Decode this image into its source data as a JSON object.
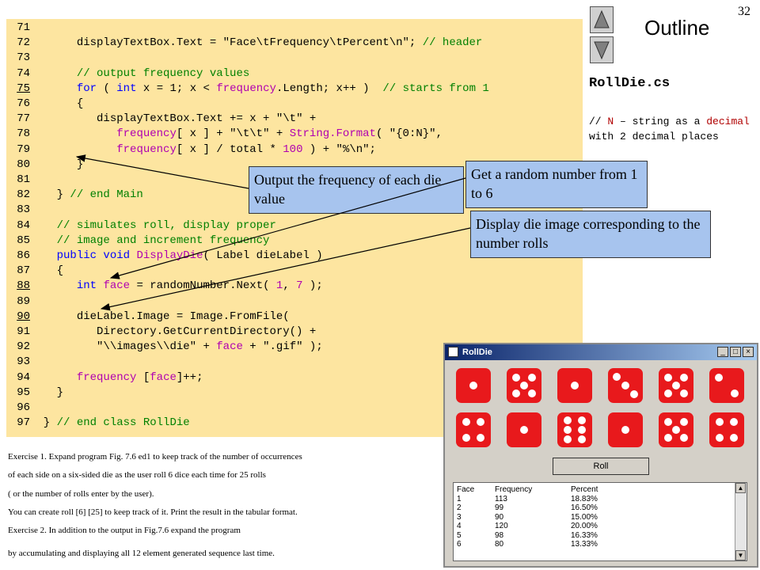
{
  "page_number": "32",
  "outline": {
    "title": "Outline",
    "file": "RollDie.cs",
    "note": "// N – string as a decimal with 2 decimal places"
  },
  "code_lines": [
    {
      "n": "71",
      "ul": false,
      "parts": []
    },
    {
      "n": "72",
      "ul": false,
      "parts": [
        [
          "t",
          "      displayTextBox.Text = "
        ],
        [
          "str",
          "\"Face\\tFrequency\\tPercent\\n\""
        ],
        [
          "t",
          "; "
        ],
        [
          "cm",
          "// header"
        ]
      ]
    },
    {
      "n": "73",
      "ul": false,
      "parts": []
    },
    {
      "n": "74",
      "ul": false,
      "parts": [
        [
          "cm",
          "      // output frequency values"
        ]
      ]
    },
    {
      "n": "75",
      "ul": true,
      "parts": [
        [
          "t",
          "      "
        ],
        [
          "kw",
          "for"
        ],
        [
          "t",
          " ( "
        ],
        [
          "kw",
          "int"
        ],
        [
          "t",
          " x = 1; x < "
        ],
        [
          "id",
          "frequency"
        ],
        [
          "t",
          ".Length; x++ )  "
        ],
        [
          "cm",
          "// starts from 1"
        ]
      ]
    },
    {
      "n": "76",
      "ul": false,
      "parts": [
        [
          "t",
          "      {"
        ]
      ]
    },
    {
      "n": "77",
      "ul": false,
      "parts": [
        [
          "t",
          "         displayTextBox.Text += x + "
        ],
        [
          "str",
          "\"\\t\""
        ],
        [
          "t",
          " +"
        ]
      ]
    },
    {
      "n": "78",
      "ul": false,
      "parts": [
        [
          "t",
          "            "
        ],
        [
          "id",
          "frequency"
        ],
        [
          "t",
          "[ x ] + "
        ],
        [
          "str",
          "\"\\t\\t\""
        ],
        [
          "t",
          " + "
        ],
        [
          "id",
          "String.Format"
        ],
        [
          "t",
          "( "
        ],
        [
          "str",
          "\"{0:N}\""
        ],
        [
          "t",
          ","
        ]
      ]
    },
    {
      "n": "79",
      "ul": false,
      "parts": [
        [
          "t",
          "            "
        ],
        [
          "id",
          "frequency"
        ],
        [
          "t",
          "[ x ] / total * "
        ],
        [
          "num",
          "100"
        ],
        [
          "t",
          " ) + "
        ],
        [
          "str",
          "\"%\\n\""
        ],
        [
          "t",
          ";"
        ]
      ]
    },
    {
      "n": "80",
      "ul": false,
      "parts": [
        [
          "t",
          "      }"
        ]
      ]
    },
    {
      "n": "81",
      "ul": false,
      "parts": []
    },
    {
      "n": "82",
      "ul": false,
      "parts": [
        [
          "t",
          "   } "
        ],
        [
          "cm",
          "// end Main"
        ]
      ]
    },
    {
      "n": "83",
      "ul": false,
      "parts": []
    },
    {
      "n": "84",
      "ul": false,
      "parts": [
        [
          "cm",
          "   // simulates roll, display proper"
        ]
      ]
    },
    {
      "n": "85",
      "ul": false,
      "parts": [
        [
          "cm",
          "   // image and increment frequency"
        ]
      ]
    },
    {
      "n": "86",
      "ul": false,
      "parts": [
        [
          "t",
          "   "
        ],
        [
          "kw",
          "public void"
        ],
        [
          "t",
          " "
        ],
        [
          "id",
          "DisplayDie"
        ],
        [
          "t",
          "( Label dieLabel )"
        ]
      ]
    },
    {
      "n": "87",
      "ul": false,
      "parts": [
        [
          "t",
          "   {"
        ]
      ]
    },
    {
      "n": "88",
      "ul": true,
      "parts": [
        [
          "t",
          "      "
        ],
        [
          "kw",
          "int"
        ],
        [
          "t",
          " "
        ],
        [
          "id",
          "face"
        ],
        [
          "t",
          " = randomNumber.Next( "
        ],
        [
          "num",
          "1"
        ],
        [
          "t",
          ", "
        ],
        [
          "num",
          "7"
        ],
        [
          "t",
          " );"
        ]
      ]
    },
    {
      "n": "89",
      "ul": false,
      "parts": []
    },
    {
      "n": "90",
      "ul": true,
      "parts": [
        [
          "t",
          "      dieLabel.Image = Image.FromFile("
        ]
      ]
    },
    {
      "n": "91",
      "ul": false,
      "parts": [
        [
          "t",
          "         Directory.GetCurrentDirectory() +"
        ]
      ]
    },
    {
      "n": "92",
      "ul": false,
      "parts": [
        [
          "t",
          "         "
        ],
        [
          "str",
          "\"\\\\images\\\\die\""
        ],
        [
          "t",
          " + "
        ],
        [
          "id",
          "face"
        ],
        [
          "t",
          " + "
        ],
        [
          "str",
          "\".gif\""
        ],
        [
          "t",
          " );"
        ]
      ]
    },
    {
      "n": "93",
      "ul": false,
      "parts": []
    },
    {
      "n": "94",
      "ul": false,
      "parts": [
        [
          "t",
          "      "
        ],
        [
          "id",
          "frequency"
        ],
        [
          "t",
          " ["
        ],
        [
          "id",
          "face"
        ],
        [
          "t",
          "]++;"
        ]
      ]
    },
    {
      "n": "95",
      "ul": false,
      "parts": [
        [
          "t",
          "   }"
        ]
      ]
    },
    {
      "n": "96",
      "ul": false,
      "parts": []
    },
    {
      "n": "97",
      "ul": false,
      "parts": [
        [
          "t",
          " } "
        ],
        [
          "cm",
          "// end class RollDie"
        ]
      ]
    }
  ],
  "callouts": {
    "frequency": "Output the frequency of each die value",
    "random": "Get a random number from 1 to 6",
    "display": "Display die image corresponding to the number rolls"
  },
  "exercises": [
    "Exercise 1. Expand program Fig. 7.6 ed1 to keep track of the number of occurrences",
    "of each side on a six-sided die as the user roll 6 dice each time for 25 rolls",
    " ( or the number of rolls enter by the user).",
    "You can create roll [6] [25] to keep track of it. Print the result in the tabular format.",
    "Exercise 2. In addition to the output in Fig.7.6 expand the program",
    " by accumulating and displaying all 12 element generated sequence last time."
  ],
  "window": {
    "title": "RollDie",
    "roll_label": "Roll",
    "dice_faces": [
      1,
      5,
      1,
      3,
      5,
      2,
      4,
      1,
      6,
      1,
      5,
      4
    ],
    "die_color": "#e8191c",
    "table_header": [
      "Face",
      "Frequency",
      "Percent"
    ],
    "table_rows": [
      [
        "1",
        "113",
        "18.83%"
      ],
      [
        "2",
        "99",
        "16.50%"
      ],
      [
        "3",
        "90",
        "15.00%"
      ],
      [
        "4",
        "120",
        "20.00%"
      ],
      [
        "5",
        "98",
        "16.33%"
      ],
      [
        "6",
        "80",
        "13.33%"
      ]
    ]
  }
}
